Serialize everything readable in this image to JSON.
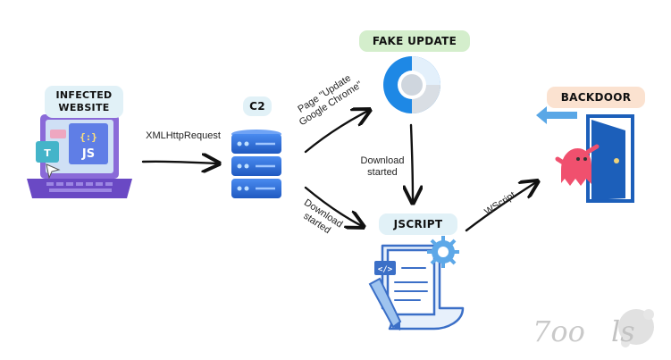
{
  "nodes": {
    "infected_website": {
      "label": "INFECTED\nWEBSITE",
      "bg": "#e1f1f7"
    },
    "c2": {
      "label": "C2",
      "bg": "#e1f1f7"
    },
    "fake_update": {
      "label": "FAKE UPDATE",
      "bg": "#d4eecc"
    },
    "backdoor": {
      "label": "BACKDOOR",
      "bg": "#fbe2d0"
    },
    "jscript": {
      "label": "JSCRIPT",
      "bg": "#e1f1f7"
    }
  },
  "edges": {
    "xmlhttprequest": "XMLHttpRequest",
    "page_update": "Page \"Update\nGoogle Chrome\"",
    "download_started_1": "Download\nstarted",
    "download_started_2": "Download\nstarted",
    "wscript": "WScript"
  },
  "icons": {
    "laptop": "laptop-code-icon",
    "servers": "server-stack-icon",
    "chrome": "chrome-logo-icon",
    "door": "door-exit-icon",
    "document": "code-document-icon"
  },
  "colors": {
    "arrow": "#111111",
    "server_blue": "#2f6fd6",
    "laptop_purple": "#7b5ccf",
    "chrome_blue": "#1e88e5",
    "ghost_red": "#f0506e",
    "door_blue": "#2e78d8"
  }
}
